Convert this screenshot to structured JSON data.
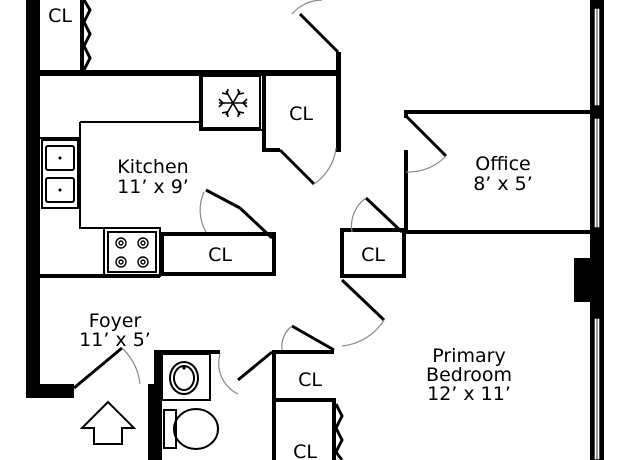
{
  "rooms": {
    "kitchen": {
      "name": "Kitchen",
      "size": "11’ x 9’"
    },
    "office": {
      "name": "Office",
      "size": "8’ x 5’"
    },
    "foyer": {
      "name": "Foyer",
      "size": "11’ x 5’"
    },
    "primary_bedroom": {
      "name_line1": "Primary",
      "name_line2": "Bedroom",
      "size": "12’ x 11’"
    }
  },
  "closets": {
    "top_left": "CL",
    "kitchen_upper": "CL",
    "kitchen_lower": "CL",
    "office_side": "CL",
    "bath_upper": "CL",
    "bath_lower": "CL"
  },
  "icons": {
    "fridge": "snowflake-icon",
    "entry": "entry-arrow-icon",
    "stove": "stove-icon",
    "sink": "sink-icon",
    "toilet": "toilet-icon"
  }
}
